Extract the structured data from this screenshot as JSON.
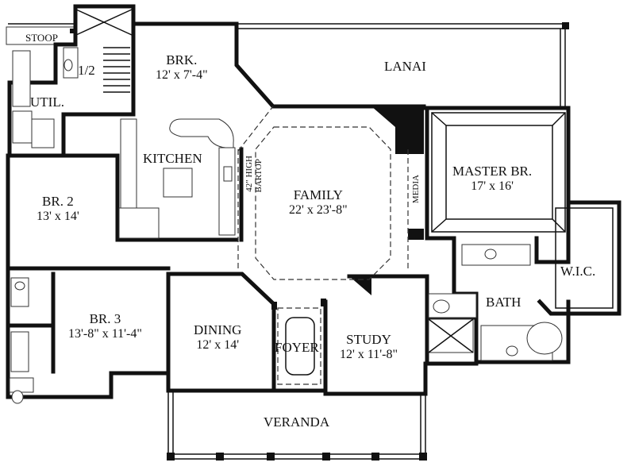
{
  "rooms": {
    "stoop": "STOOP",
    "half_bath": "1/2",
    "util": "UTIL.",
    "brk": {
      "name": "BRK.",
      "dims": "12' x 7'-4\""
    },
    "lanai": "LANAI",
    "kitchen": "KITCHEN",
    "bartop": {
      "line1": "42\" HIGH",
      "line2": "BARTOP"
    },
    "family": {
      "name": "FAMILY",
      "dims": "22' x 23'-8\""
    },
    "media": "MEDIA",
    "master": {
      "name": "MASTER BR.",
      "dims": "17' x 16'"
    },
    "br2": {
      "name": "BR. 2",
      "dims": "13' x 14'"
    },
    "br3": {
      "name": "BR. 3",
      "dims": "13'-8\" x 11'-4\""
    },
    "dining": {
      "name": "DINING",
      "dims": "12' x 14'"
    },
    "foyer": "FOYER",
    "study": {
      "name": "STUDY",
      "dims": "12' x 11'-8\""
    },
    "wic": "W.I.C.",
    "bath": "BATH",
    "veranda": "VERANDA"
  }
}
